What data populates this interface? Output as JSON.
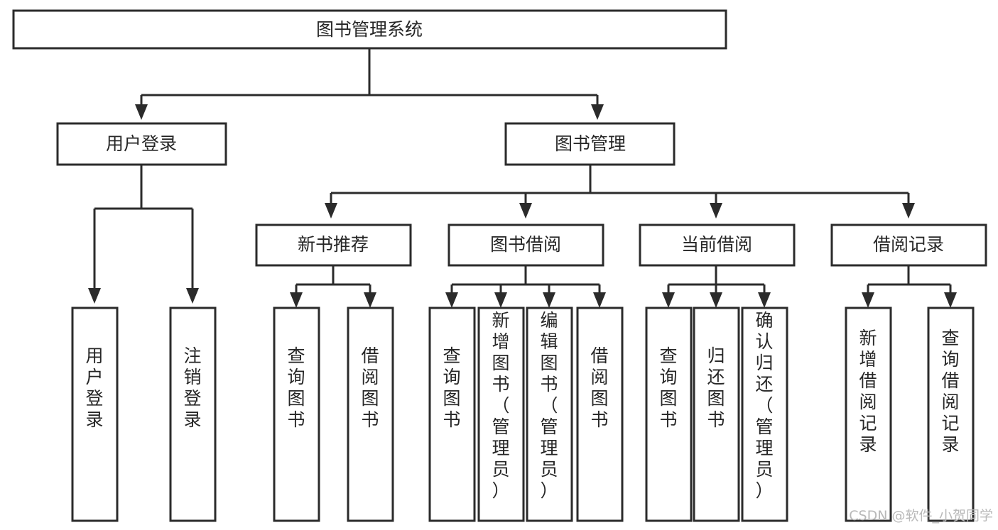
{
  "diagram": {
    "title": "图书管理系统",
    "type": "tree-hierarchy-chart",
    "colors": {
      "box_stroke": "#2b2b2b",
      "box_fill": "#ffffff",
      "text": "#262626",
      "connector": "#2b2b2b",
      "watermark": "#b9b9b9",
      "background": "#ffffff"
    },
    "root": {
      "label": "图书管理系统"
    },
    "level2": [
      {
        "label": "用户登录"
      },
      {
        "label": "图书管理"
      }
    ],
    "level3": [
      {
        "label": "新书推荐"
      },
      {
        "label": "图书借阅"
      },
      {
        "label": "当前借阅"
      },
      {
        "label": "借阅记录"
      }
    ],
    "leaves": {
      "user_login": [
        {
          "label": "用户登录"
        },
        {
          "label": "注销登录"
        }
      ],
      "new_book_recommend": [
        {
          "label": "查询图书"
        },
        {
          "label": "借阅图书"
        }
      ],
      "book_borrow": [
        {
          "label": "查询图书"
        },
        {
          "label": "新增图书（管理员）"
        },
        {
          "label": "编辑图书（管理员）"
        },
        {
          "label": "借阅图书"
        }
      ],
      "current_borrow": [
        {
          "label": "查询图书"
        },
        {
          "label": "归还图书"
        },
        {
          "label": "确认归还（管理员）"
        }
      ],
      "borrow_record": [
        {
          "label": "新增借阅记录"
        },
        {
          "label": "查询借阅记录"
        }
      ]
    },
    "watermark": "CSDN @软件_小贺同学"
  }
}
